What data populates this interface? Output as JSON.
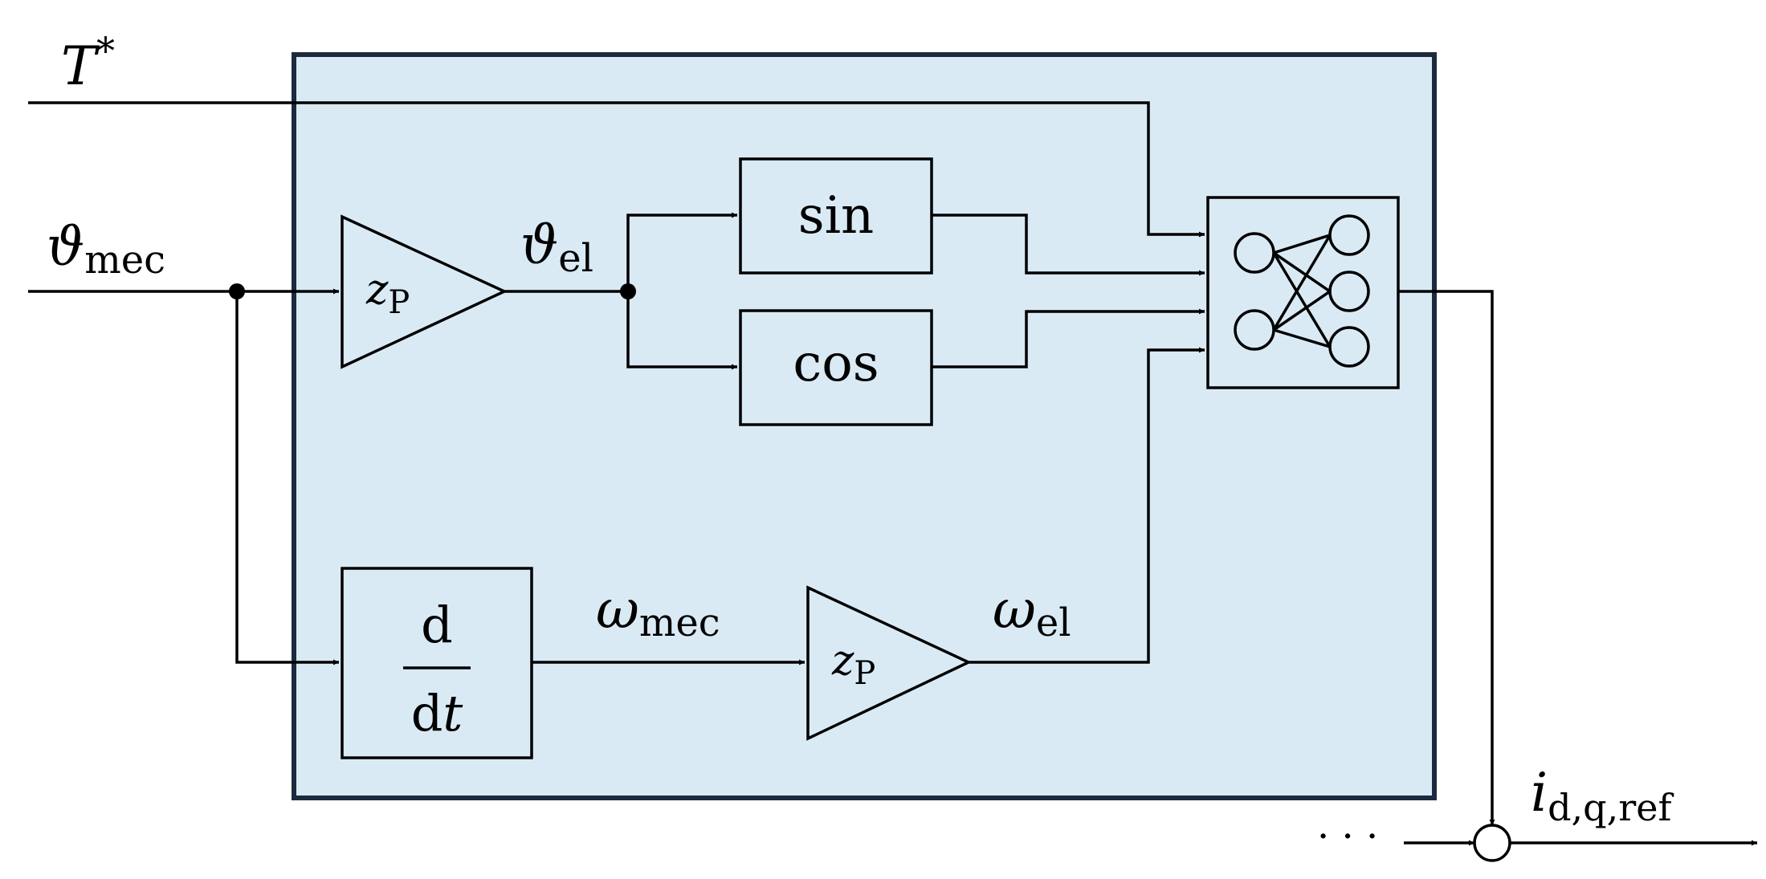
{
  "colors": {
    "panel_fill": "#daeaf5",
    "panel_border": "#1b2a3c",
    "line": "#000000"
  },
  "inputs": {
    "torque": {
      "symbol": "T",
      "sup": "*"
    },
    "theta_mec": {
      "symbol": "ϑ",
      "sub": "mec"
    }
  },
  "signals": {
    "theta_el": {
      "symbol": "ϑ",
      "sub": "el"
    },
    "omega_mec": {
      "symbol": "ω",
      "sub": "mec"
    },
    "omega_el": {
      "symbol": "ω",
      "sub": "el"
    }
  },
  "blocks": {
    "gain_top": {
      "symbol": "z",
      "sub": "P"
    },
    "gain_bottom": {
      "symbol": "z",
      "sub": "P"
    },
    "sin": "sin",
    "cos": "cos",
    "derivative": {
      "num": "d",
      "den_d": "d",
      "den_t": "t"
    },
    "neural_net_icon": "neural-network-icon"
  },
  "output": {
    "symbol": "i",
    "sub": "d,q,ref",
    "ellipsis": "· · ·"
  }
}
